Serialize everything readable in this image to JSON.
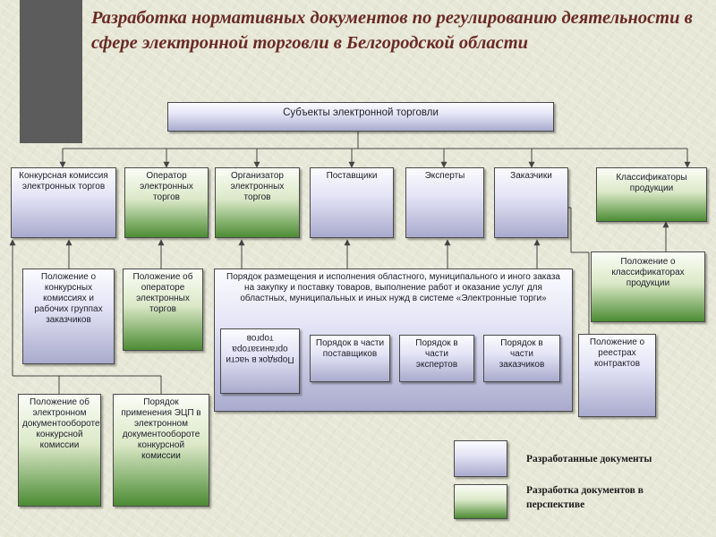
{
  "title": "Разработка нормативных документов по регулированию деятельности в сфере электронной торговли в Белгородской области",
  "colors": {
    "title": "#6a2a24",
    "accent_block": "#5c5c5c",
    "line": "#444444",
    "developed": "#c8c8e6",
    "planned": "#4c8c34"
  },
  "root": "Субъекты электронной торговли",
  "subjects": {
    "commission": "Конкурсная комиссия электронных торгов",
    "operator": "Оператор электронных торгов",
    "organizer": "Организатор электронных торгов",
    "suppliers": "Поставщики",
    "experts": "Эксперты",
    "customers": "Заказчики",
    "classifiers": "Классификаторы продукции"
  },
  "docs": {
    "commission_reg": "Положение о конкурсных комиссиях и рабочих группах заказчиков",
    "operator_reg": "Положение об операторе электронных торгов",
    "procedure": "Порядок размещения и исполнения областного, муниципального и иного заказа на закупку и поставку товаров, выполнение работ и оказание услуг для областных, муниципальных и иных нужд в системе «Электронные торги»",
    "proc_organizer": "Порядок в части организатора торгов",
    "proc_suppliers": "Порядок в части поставщиков",
    "proc_experts": "Порядок в части экспертов",
    "proc_customers": "Порядок в части заказчиков",
    "classifiers_reg": "Положение о классификаторах продукции",
    "registries_reg": "Положение о реестрах контрактов",
    "doc_flow_reg": "Положение об электронном документообороте конкурсной комиссии",
    "eds_procedure": "Порядок применения ЭЦП в электронном документообороте конкурсной комиссии"
  },
  "legend": {
    "developed": "Разработанные документы",
    "planned": "Разработка документов в перспективе"
  }
}
